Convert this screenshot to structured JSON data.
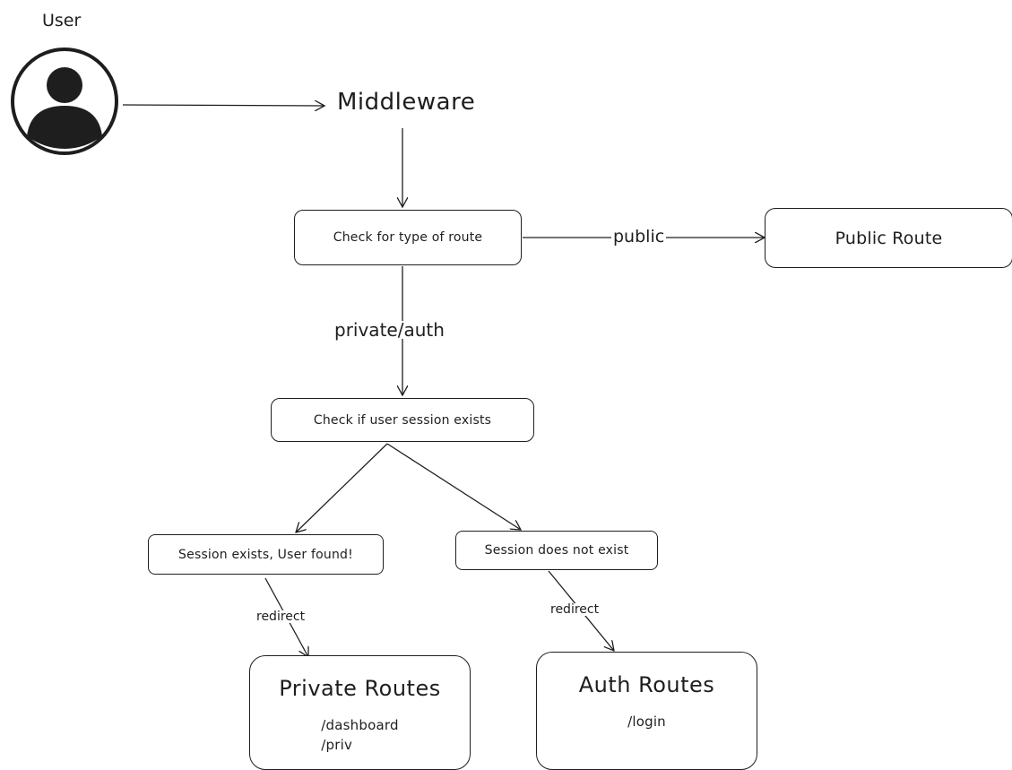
{
  "user": {
    "label": "User"
  },
  "middleware": {
    "label": "Middleware"
  },
  "check_route": {
    "label": "Check for type of route"
  },
  "public_route": {
    "label": "Public Route"
  },
  "check_session": {
    "label": "Check if user session exists"
  },
  "session_exists": {
    "label": "Session exists, User found!"
  },
  "session_missing": {
    "label": "Session does not exist"
  },
  "private_routes": {
    "title": "Private Routes",
    "paths": [
      "/dashboard",
      "/priv"
    ]
  },
  "auth_routes": {
    "title": "Auth Routes",
    "paths": [
      "/login"
    ]
  },
  "edges": {
    "public": "public",
    "private_auth": "private/auth",
    "redirect_private": "redirect",
    "redirect_auth": "redirect"
  },
  "colors": {
    "stroke": "#1e1e1e",
    "background": "#ffffff"
  }
}
